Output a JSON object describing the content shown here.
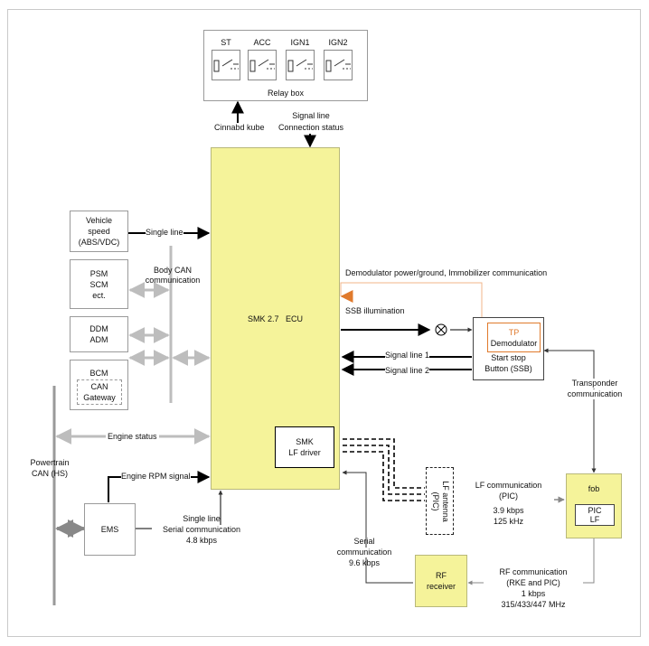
{
  "relay_box": {
    "relays": [
      "ST",
      "ACC",
      "IGN1",
      "IGN2"
    ],
    "label": "Relay box"
  },
  "labels": {
    "cinnabd_kube": "Cinnabd kube",
    "signal_line": "Signal line",
    "connection_status": "Connection status",
    "single_line": "Single line",
    "body_can_1": "Body CAN",
    "body_can_2": "communication",
    "demodulator_line": "Demodulator power/ground, Immobilizer communication",
    "ssb_illumination": "SSB illumination",
    "signal_line_1": "Signal line 1",
    "signal_line_2": "Signal line 2",
    "engine_status": "Engine status",
    "engine_rpm": "Engine RPM signal",
    "serial_1": "Single line",
    "serial_2": "Serial communication",
    "serial_3": "4.8 kbps",
    "transponder_1": "Transponder",
    "transponder_2": "communication",
    "lf_comm_1": "LF communication",
    "lf_comm_2": "(PIC)",
    "lf_comm_3": "3.9 kbps",
    "lf_comm_4": "125 kHz",
    "serial_comm_1": "Serial",
    "serial_comm_2": "communication",
    "serial_comm_3": "9.6 kbps",
    "rf_comm_1": "RF communication",
    "rf_comm_2": "(RKE and PIC)",
    "rf_comm_3": "1 kbps",
    "rf_comm_4": "315/433/447 MHz",
    "powertrain_1": "Powertrain",
    "powertrain_2": "CAN (HS)"
  },
  "boxes": {
    "vehicle_speed": [
      "Vehicle",
      "speed",
      "(ABS/VDC)"
    ],
    "psm": [
      "PSM",
      "SCM",
      "ect."
    ],
    "ddm": [
      "DDM",
      "ADM"
    ],
    "bcm": "BCM",
    "can_gateway": [
      "CAN",
      "Gateway"
    ],
    "ecu": "SMK 2.7   ECU",
    "smk_driver": [
      "SMK",
      "LF driver"
    ],
    "tp": "TP",
    "demodulator": "Demodulator",
    "ssb": [
      "Start stop",
      "Button (SSB)"
    ],
    "lf_antenna": [
      "LF antenna",
      "(PIC)"
    ],
    "fob": "fob",
    "pic_lf": [
      "PIC",
      "LF"
    ],
    "ems": "EMS",
    "rf_receiver": [
      "RF",
      "receiver"
    ]
  },
  "colors": {
    "ecu_fill": "#f5f39a",
    "arrow_gray": "#bdbdbd",
    "accent_orange": "#e07a2c"
  }
}
